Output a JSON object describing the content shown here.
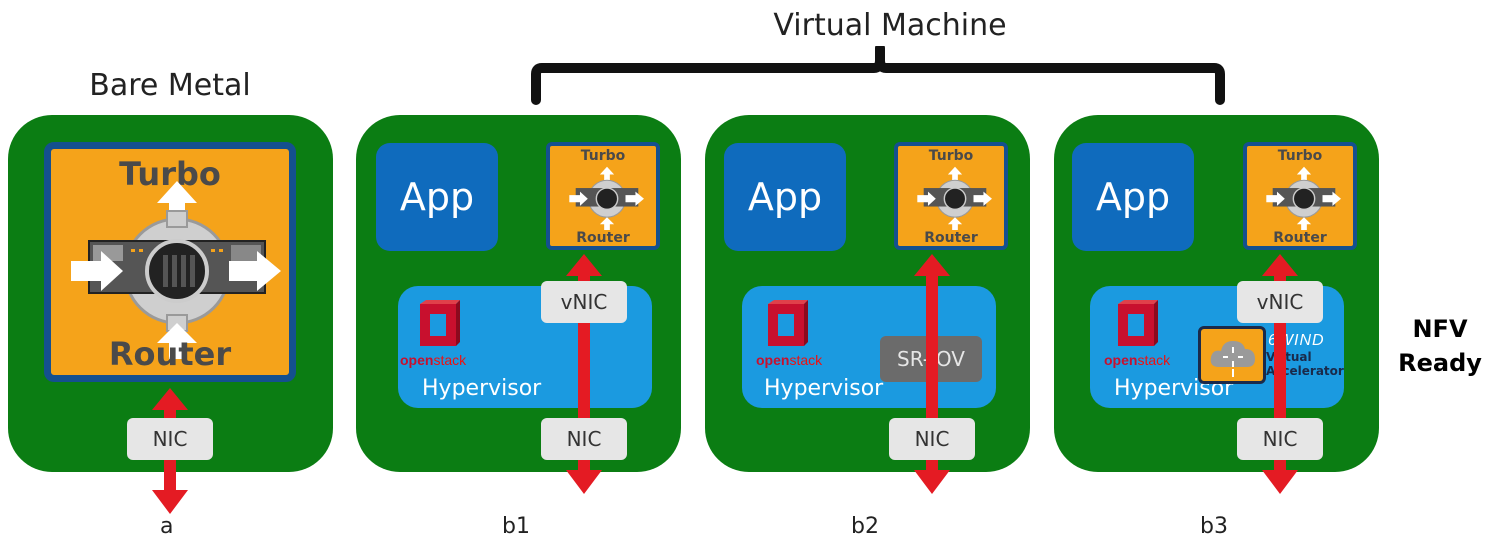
{
  "titles": {
    "virtual_machine": "Virtual Machine",
    "bare_metal": "Bare Metal",
    "nfv_ready_1": "NFV",
    "nfv_ready_2": "Ready"
  },
  "panels": {
    "a": {
      "caption": "a",
      "router_top": "Turbo",
      "router_bottom": "Router",
      "nic": "NIC"
    },
    "b1": {
      "caption": "b1",
      "app": "App",
      "router_top": "Turbo",
      "router_bottom": "Router",
      "vnic": "vNIC",
      "openstack_a": "open",
      "openstack_b": "stack",
      "hypervisor": "Hypervisor",
      "nic": "NIC"
    },
    "b2": {
      "caption": "b2",
      "app": "App",
      "router_top": "Turbo",
      "router_bottom": "Router",
      "sriov": "SR-IOV",
      "openstack_a": "open",
      "openstack_b": "stack",
      "hypervisor": "Hypervisor",
      "nic": "NIC"
    },
    "b3": {
      "caption": "b3",
      "app": "App",
      "router_top": "Turbo",
      "router_bottom": "Router",
      "vnic": "vNIC",
      "openstack_a": "open",
      "openstack_b": "stack",
      "hypervisor": "Hypervisor",
      "nic": "NIC",
      "sixwind": "6WIND",
      "va_line1": "Virtual",
      "va_line2": "Accelerator"
    }
  },
  "colors": {
    "panel": "#0b7d13",
    "app": "#0f6bbd",
    "hypervisor": "#1b9ae0",
    "router_fill": "#f5a31a",
    "router_border": "#14508f",
    "arrow": "#e41b23",
    "chip": "#e6e6e6",
    "sriov": "#6b6b6b"
  }
}
